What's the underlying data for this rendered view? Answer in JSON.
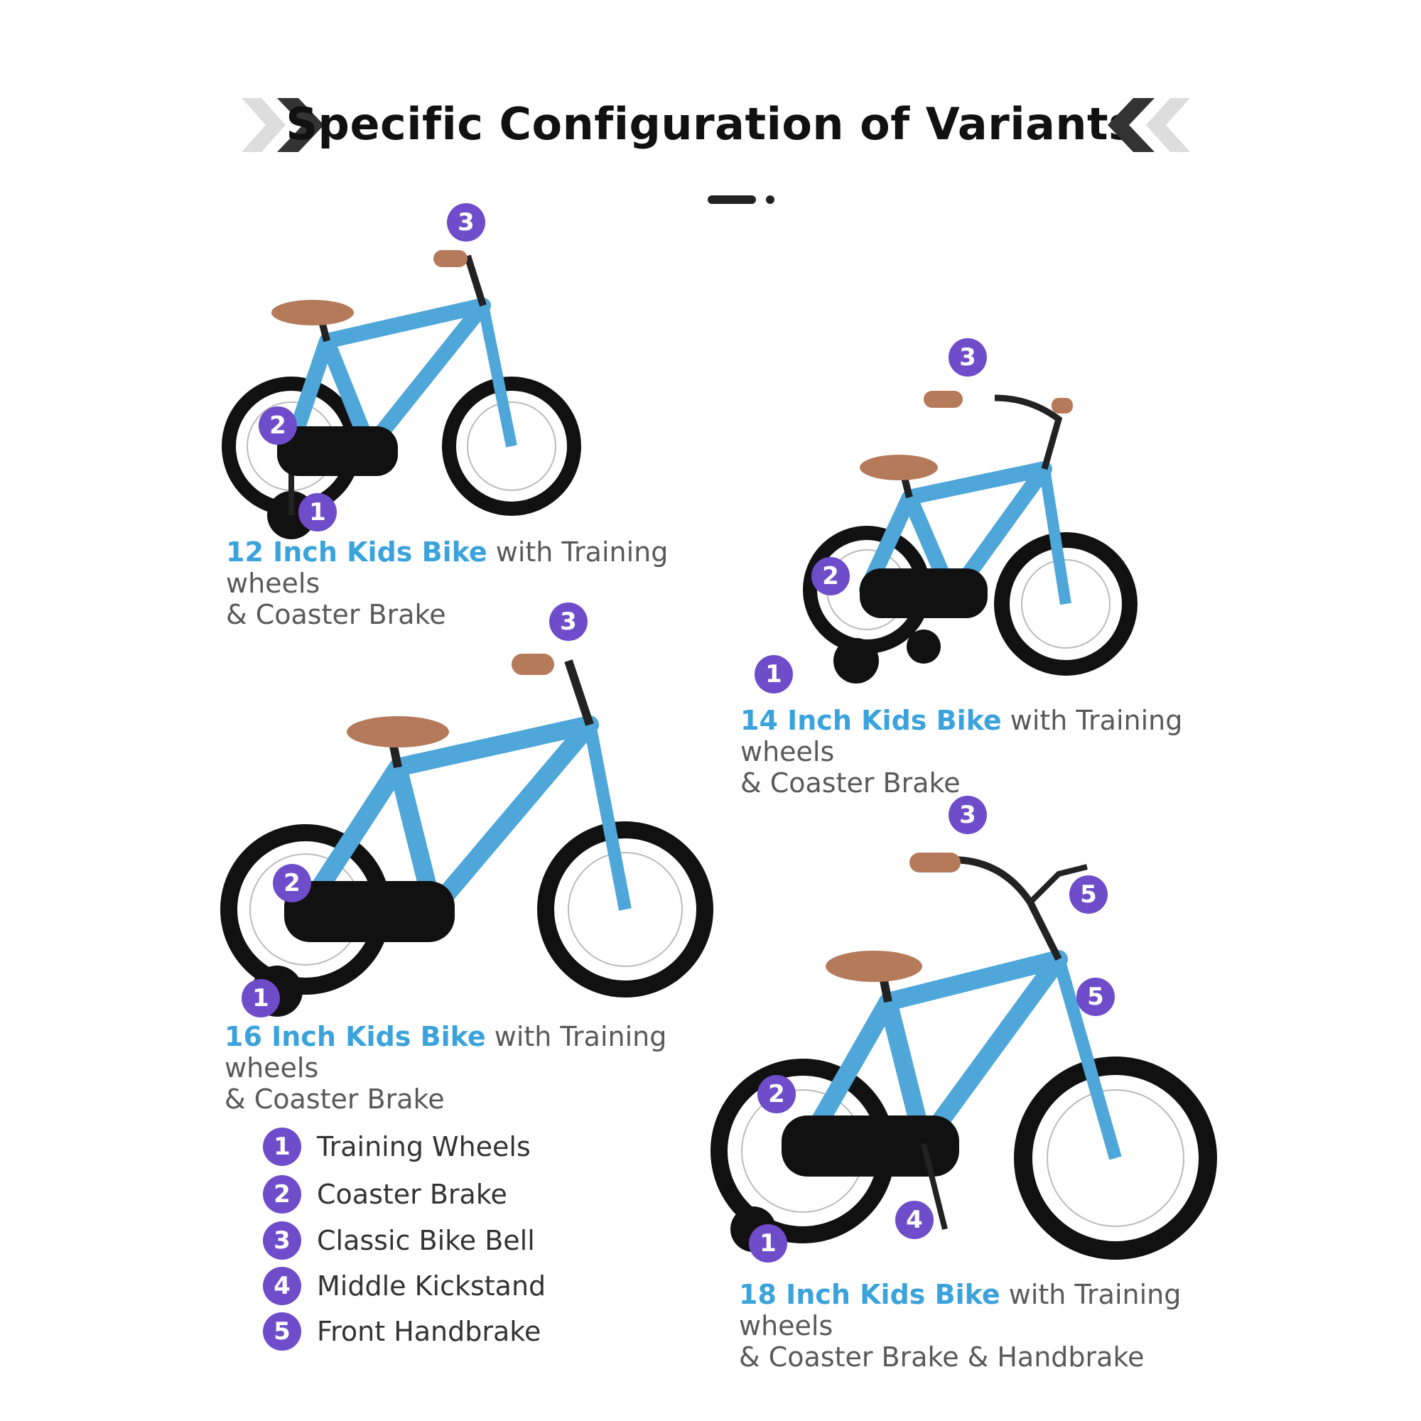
{
  "title": "Specific Configuration of Variants",
  "colors": {
    "accent": "#3ba3dc",
    "badge": "#6f4cc9",
    "frame": "#4fa6d9",
    "saddle": "#b57a5a"
  },
  "variants": [
    {
      "size_label": "12 Inch Kids Bike",
      "line1_rest": " with Training wheels",
      "line2": "& Coaster Brake",
      "badges": [
        "3",
        "2",
        "1"
      ]
    },
    {
      "size_label": "14 Inch Kids Bike",
      "line1_rest": " with Training wheels",
      "line2": "& Coaster Brake",
      "badges": [
        "3",
        "2",
        "1"
      ]
    },
    {
      "size_label": "16 Inch Kids Bike",
      "line1_rest": " with Training wheels",
      "line2": "& Coaster Brake",
      "badges": [
        "3",
        "2",
        "1"
      ]
    },
    {
      "size_label": "18 Inch Kids Bike",
      "line1_rest": " with Training wheels",
      "line2": "& Coaster Brake & Handbrake",
      "badges": [
        "3",
        "5",
        "5",
        "2",
        "4",
        "1"
      ]
    }
  ],
  "legend": [
    {
      "num": "1",
      "label": "Training Wheels"
    },
    {
      "num": "2",
      "label": "Coaster Brake"
    },
    {
      "num": "3",
      "label": "Classic Bike Bell"
    },
    {
      "num": "4",
      "label": "Middle Kickstand"
    },
    {
      "num": "5",
      "label": "Front Handbrake"
    }
  ]
}
